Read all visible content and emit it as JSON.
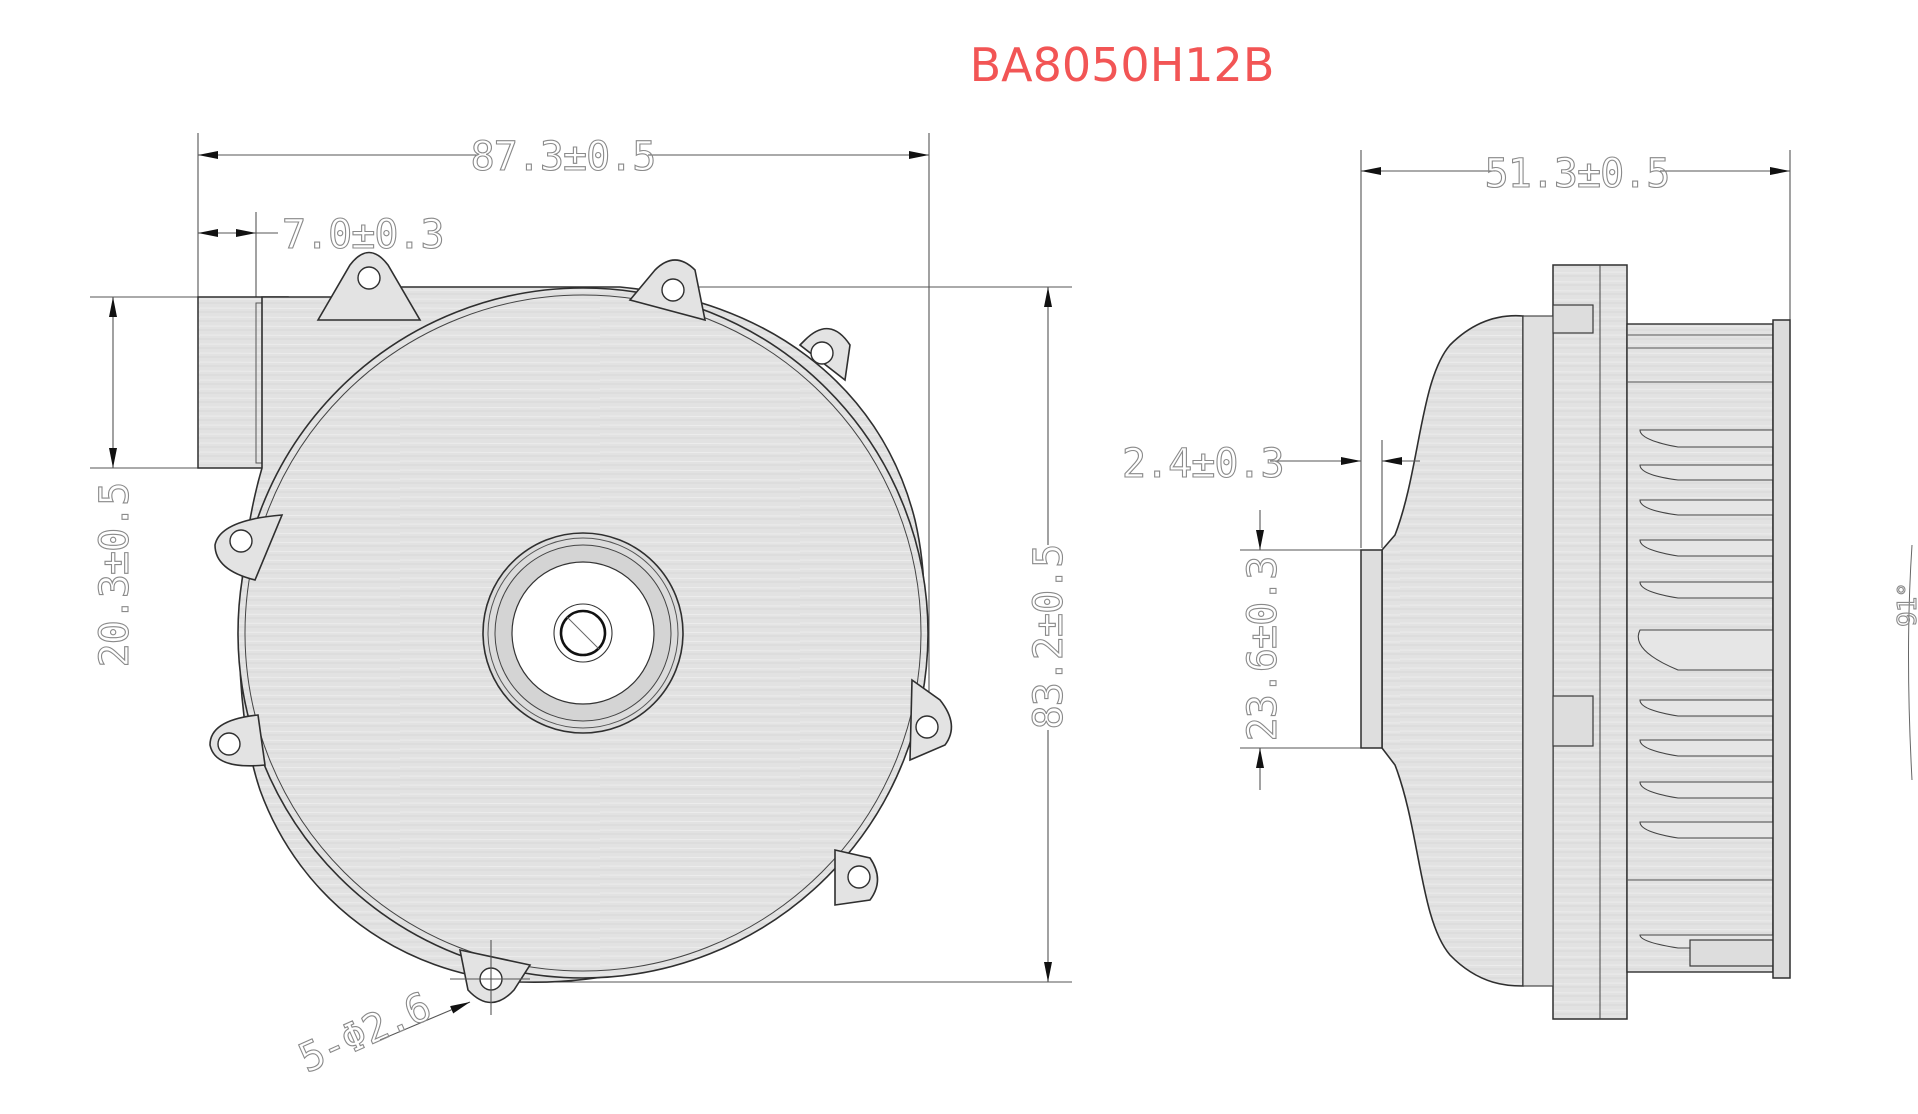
{
  "title": {
    "text": "BA8050H12B",
    "color": "#F25555"
  },
  "front_view": {
    "dimensions": {
      "overall_width": "87.3±0.5",
      "outlet_offset": "7.0±0.3",
      "outlet_height": "20.3±0.5",
      "overall_height": "83.2±0.5",
      "mount_holes": "5-Φ2.6"
    }
  },
  "side_view": {
    "dimensions": {
      "overall_depth": "51.3±0.5",
      "front_plate_thickness": "2.4±0.3",
      "inlet_height": "23.6±0.3",
      "angle_partial": "91°"
    }
  },
  "colors": {
    "line": "#333333",
    "dimension_text": "#8a8a8a",
    "body_fill": "#e3e3e3",
    "title": "#F25555"
  }
}
